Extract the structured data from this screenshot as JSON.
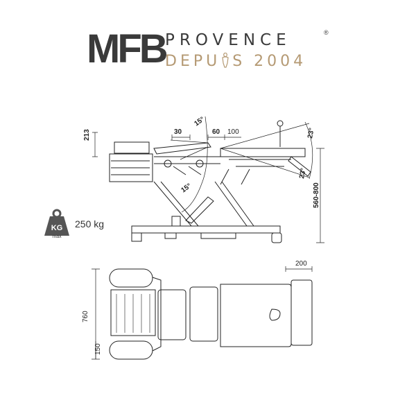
{
  "logo": {
    "brand": "MFB",
    "name": "PROVENCE",
    "registered": "®",
    "tagline_left": "DEPU",
    "tagline_right": "S 2004"
  },
  "weight": {
    "icon_label": "KG",
    "icon_sub": "max",
    "value": "250 kg"
  },
  "side_view": {
    "height_213": "213",
    "width_30": "30",
    "width_60": "60",
    "width_100": "100",
    "angle_15_top": "15°",
    "angle_15_bottom": "15°",
    "angle_23_top": "23°",
    "angle_23_bottom": "23°",
    "height_range": "560-800"
  },
  "top_view": {
    "width_200": "200",
    "length_760": "760",
    "width_150": "150"
  },
  "colors": {
    "dark": "#3a3a3a",
    "gold": "#b59a74",
    "line": "#222222"
  }
}
